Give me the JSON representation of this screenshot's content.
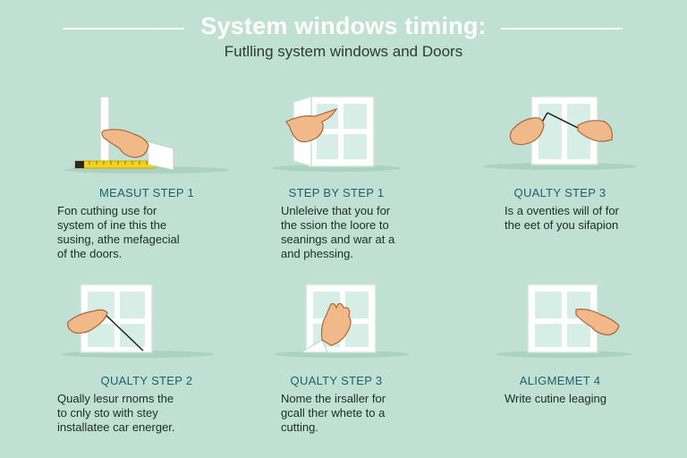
{
  "header": {
    "title": "System windows timing:",
    "subtitle": "Futlling system windows and Doors"
  },
  "steps": [
    {
      "title": "MEASUT STEP 1",
      "lines": [
        "Fon cuthing use for",
        "system of ine this the",
        "susing, athe mefagecial",
        "of the doors."
      ]
    },
    {
      "title": "STEP BY STEP 1",
      "lines": [
        "Unleleive that you for",
        "the ssion the loore to",
        "seanings and war at a",
        "and phessing."
      ]
    },
    {
      "title": "QUALTY STEP 3",
      "lines": [
        "Is a oventies will of for",
        "the eet of you sifapion"
      ]
    },
    {
      "title": "QUALTY STEP 2",
      "lines": [
        "Qually lesur rnoms the",
        "to cnly sto with stey",
        "installatee car energer."
      ]
    },
    {
      "title": "QUALTY STEP 3",
      "lines": [
        "Nome the irsaller for",
        "gcall ther whete to a",
        "cutting."
      ]
    },
    {
      "title": "ALIGMEMET 4",
      "lines": [
        "Write cutine leaging"
      ]
    }
  ],
  "colors": {
    "background": "#bfe0d2",
    "title": "#ffffff",
    "step_title": "#1f5f6b",
    "skin": "#f1b98a",
    "frame": "#ffffff",
    "tape": "#f2d21c"
  }
}
